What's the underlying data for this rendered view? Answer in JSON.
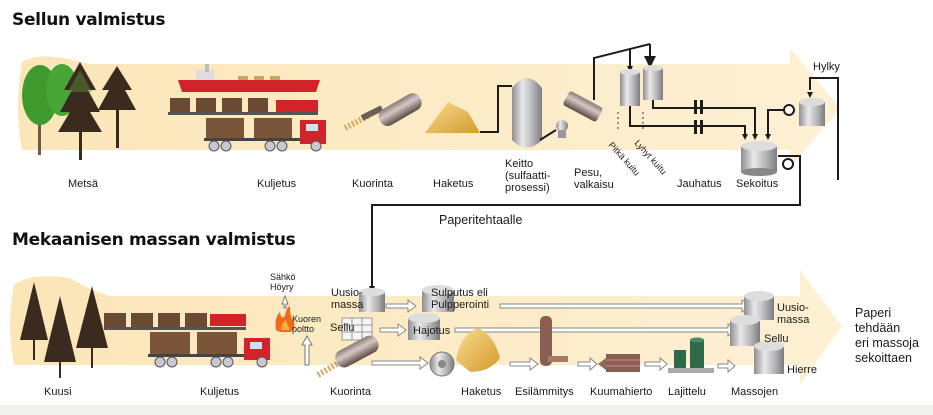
{
  "colors": {
    "band": "#fbe8bf",
    "band_light": "#fdf3dc",
    "pipe": "#1c1c1c",
    "steel": "#b9b9bb",
    "wood": "#6b4a33",
    "vehicle_red": "#d3232a",
    "chips": "#e9b44c",
    "tree_green": "#3e9a2c",
    "tree_dark": "#3b2a1e",
    "green_machine": "#2e6a4a"
  },
  "pulp_section": {
    "title": "Sellun valmistus",
    "stages": [
      {
        "id": "forest",
        "label": "Metsä"
      },
      {
        "id": "transport",
        "label": "Kuljetus"
      },
      {
        "id": "debarking",
        "label": "Kuorinta"
      },
      {
        "id": "chipping",
        "label": "Haketus"
      },
      {
        "id": "cooking",
        "label": "Keitto\n(sulfaatti-\nprosessi)"
      },
      {
        "id": "washing",
        "label": "Pesu,\nvalkaisu"
      },
      {
        "id": "refining",
        "label": "Jauhatus"
      },
      {
        "id": "mixing",
        "label": "Sekoitus"
      }
    ],
    "fiber_labels": {
      "long": "Pitkä kuitu",
      "short": "Lyhyt kuitu"
    },
    "reject_label": "Hylky",
    "to_paper_mill_label": "Paperitehtaalle"
  },
  "mechanical_section": {
    "title": "Mekaanisen massan valmistus",
    "stages": [
      {
        "id": "spruce",
        "label": "Kuusi"
      },
      {
        "id": "transport",
        "label": "Kuljetus"
      },
      {
        "id": "debarking",
        "label": "Kuorinta"
      },
      {
        "id": "chipping",
        "label": "Haketus"
      },
      {
        "id": "preheating",
        "label": "Esilämmitys"
      },
      {
        "id": "hot_grinding",
        "label": "Kuumahierto"
      },
      {
        "id": "screening",
        "label": "Lajittelu"
      },
      {
        "id": "pulps",
        "label": "Massojen"
      }
    ],
    "energy": {
      "bark_burning": "Kuoren\npoltto",
      "outputs": "Sähkö\nHöyry"
    },
    "inputs": {
      "recycled": "Uusio-\nmassa",
      "pulp": "Sellu"
    },
    "processes": {
      "pulping": "Sulputus eli\nPulpperointi",
      "disintegration": "Hajotus"
    },
    "storage_labels": {
      "recycled": "Uusio-\nmassa",
      "pulp": "Sellu",
      "groundwood": "Hierre"
    },
    "result_text": "Paperi\ntehdään\neri massoja\nsekoittaen"
  }
}
